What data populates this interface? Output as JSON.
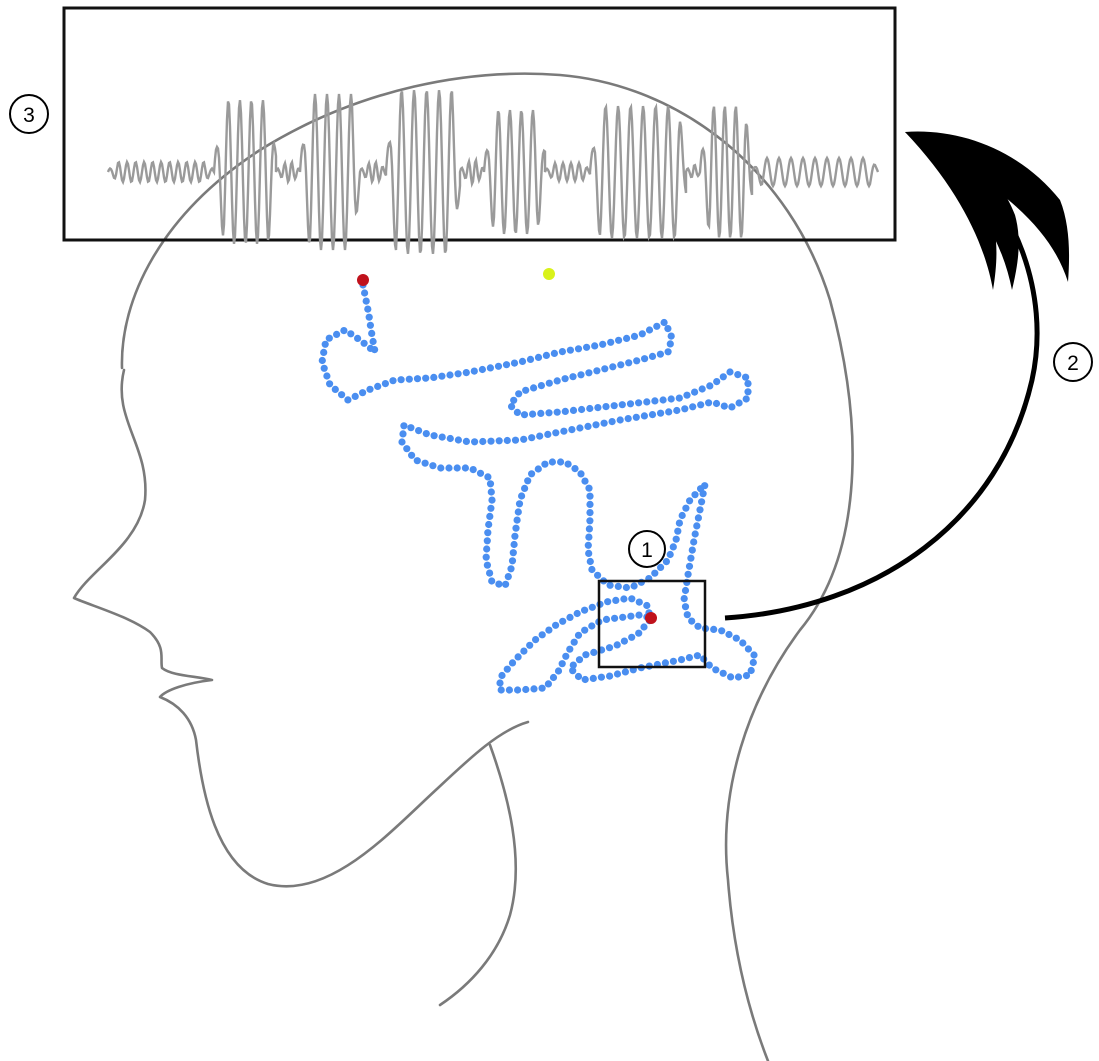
{
  "labels": {
    "one": "1",
    "two": "2",
    "three": "3"
  },
  "colors": {
    "background": "#ffffff",
    "outline": "#7a7a7a",
    "waveform": "#9a9a9a",
    "bead": "#4a8ef0",
    "endpoint_red": "#c0121c",
    "endpoint_yellow": "#d9f21a",
    "frame": "#111111",
    "arrow": "#000000"
  }
}
